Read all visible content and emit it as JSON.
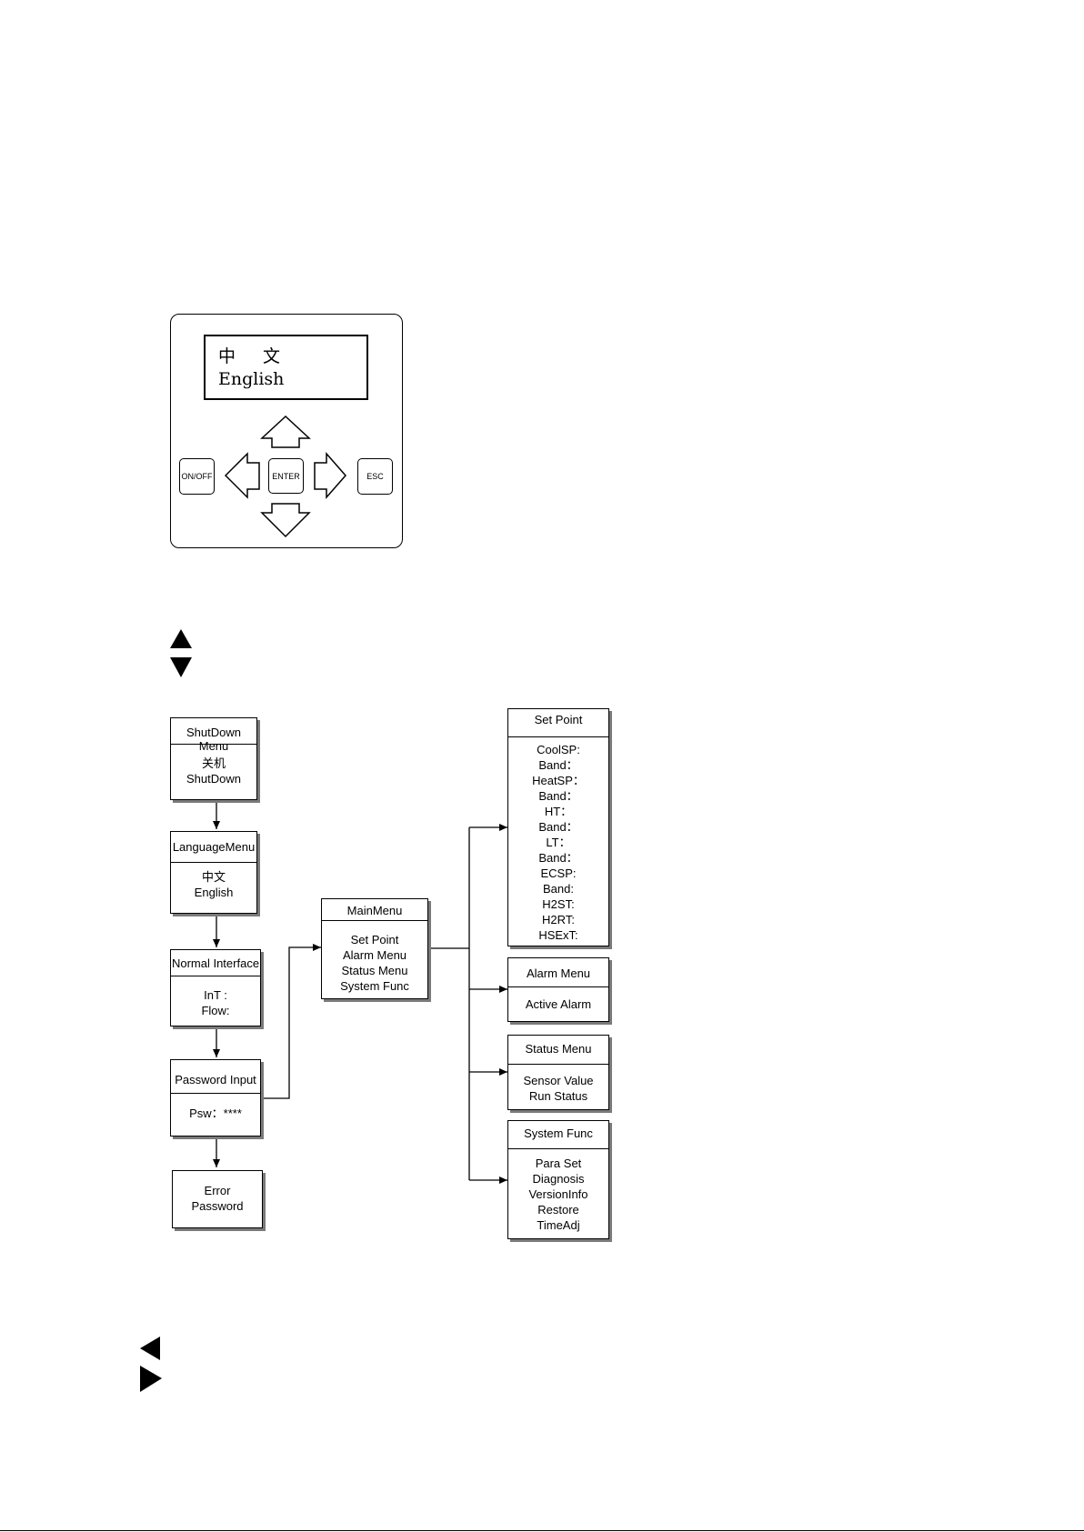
{
  "panel": {
    "display": {
      "line1": "中  文",
      "line2": "English"
    },
    "keys": {
      "onoff": "ON/OFF",
      "enter": "ENTER",
      "esc": "ESC"
    }
  },
  "nav_icons": {
    "up": "up-triangle-icon",
    "down": "down-triangle-icon",
    "left": "left-triangle-icon",
    "right": "right-triangle-icon"
  },
  "flow": {
    "shutdown_menu": {
      "title": "ShutDown Menu",
      "lines": [
        "关机",
        "ShutDown"
      ]
    },
    "language_menu": {
      "title": "LanguageMenu",
      "lines": [
        "中文",
        "English"
      ]
    },
    "normal_interface": {
      "title": "Normal Interface",
      "lines": [
        "InT :",
        "Flow:"
      ]
    },
    "password_input": {
      "title": "Password Input",
      "lines": [
        "Psw：****"
      ]
    },
    "error_password": {
      "lines": [
        "Error",
        "Password"
      ]
    },
    "main_menu": {
      "title": "MainMenu",
      "lines": [
        "Set Point",
        "Alarm Menu",
        "Status Menu",
        "System Func"
      ]
    },
    "set_point": {
      "title": "Set Point",
      "lines": [
        "CoolSP:",
        "Band：",
        "HeatSP：",
        "Band：",
        "HT：",
        "Band：",
        "LT：",
        "Band：",
        "ECSP:",
        "Band:",
        "H2ST:",
        "H2RT:",
        "HSExT:"
      ]
    },
    "alarm_menu": {
      "title": "Alarm Menu",
      "lines": [
        "Active Alarm"
      ]
    },
    "status_menu": {
      "title": "Status Menu",
      "lines": [
        "Sensor Value",
        "Run Status"
      ]
    },
    "system_func": {
      "title": "System Func",
      "lines": [
        "Para Set",
        "Diagnosis",
        "VersionInfo",
        "Restore",
        "TimeAdj"
      ]
    }
  }
}
